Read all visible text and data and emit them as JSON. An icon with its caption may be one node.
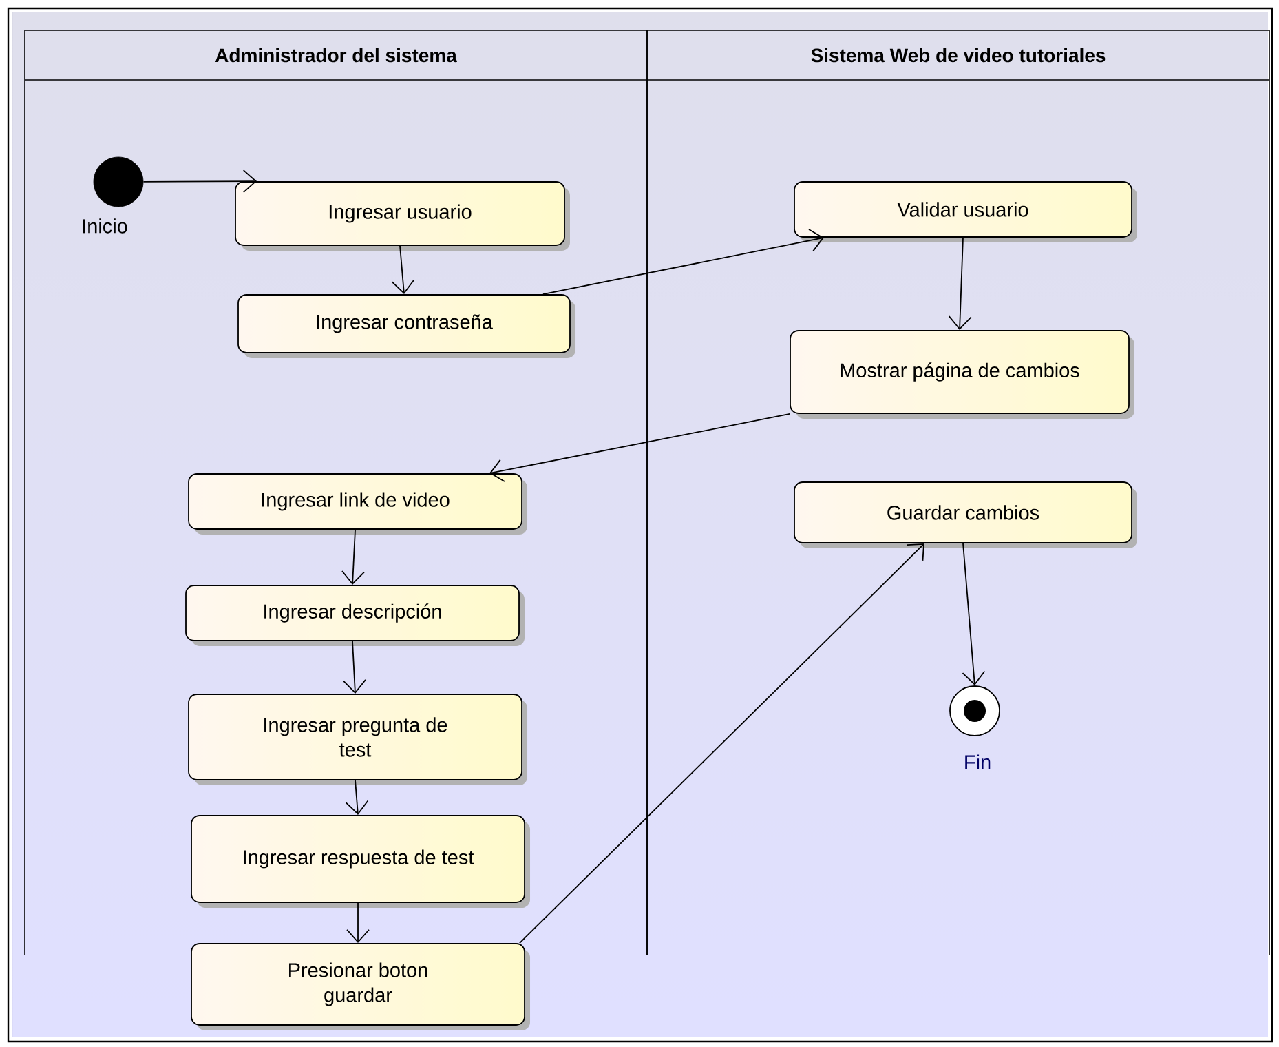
{
  "diagram": {
    "nodes": [
      {
        "text": [
          "Administrador del sistema"
        ]
      },
      {
        "text": [
          "Sistema Web de video tutoriales"
        ]
      },
      {
        "text": [],
        "shape": "circle",
        "in": 0,
        "beside": [
          "Inicio"
        ]
      },
      {
        "text": [
          "Ingresar usuario"
        ],
        "in": 0
      },
      {
        "text": [
          "Ingresar contraseña"
        ],
        "in": 0
      },
      {
        "text": [
          "Validar usuario"
        ],
        "in": 1
      },
      {
        "text": [
          "Mostrar página de cambios"
        ],
        "in": 1
      },
      {
        "text": [
          "Ingresar link de video"
        ],
        "in": 0
      },
      {
        "text": [
          "Guardar cambios"
        ],
        "in": 1
      },
      {
        "text": [
          "Ingresar descripción"
        ],
        "in": 0
      },
      {
        "text": [
          "Ingresar pregunta de test"
        ],
        "in": 0
      },
      {
        "text": [
          "Ingresar respuesta de test"
        ],
        "in": 0
      },
      {
        "text": [
          "Presionar boton guardar"
        ]
      },
      {
        "text": [],
        "shape": "circle",
        "in": 1,
        "beside": [
          "Fin"
        ]
      }
    ],
    "edges": [
      {
        "from": 2,
        "to": 3,
        "arrow": "to"
      },
      {
        "from": 3,
        "to": 4,
        "arrow": "to"
      },
      {
        "from": 4,
        "to": 5,
        "arrow": "to"
      },
      {
        "from": 5,
        "to": 6,
        "arrow": "to"
      },
      {
        "from": 6,
        "to": 7,
        "arrow": "to"
      },
      {
        "from": 7,
        "to": 9,
        "arrow": "to"
      },
      {
        "from": 9,
        "to": 10,
        "arrow": "to"
      },
      {
        "from": 10,
        "to": 11,
        "arrow": "to"
      },
      {
        "from": 11,
        "to": 12,
        "arrow": "to"
      },
      {
        "from": 12,
        "to": 8,
        "arrow": "to"
      },
      {
        "from": 8,
        "to": 13,
        "arrow": "to"
      }
    ]
  }
}
